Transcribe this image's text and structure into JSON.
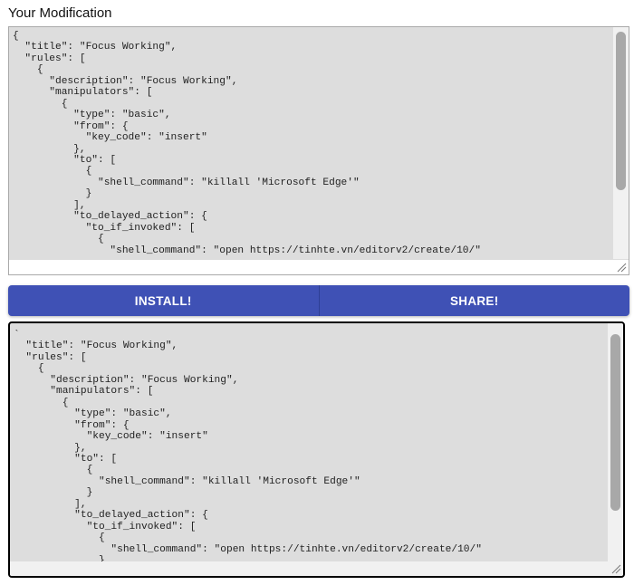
{
  "heading": "Your Modification",
  "editor_top": {
    "content": "{\n  \"title\": \"Focus Working\",\n  \"rules\": [\n    {\n      \"description\": \"Focus Working\",\n      \"manipulators\": [\n        {\n          \"type\": \"basic\",\n          \"from\": {\n            \"key_code\": \"insert\"\n          },\n          \"to\": [\n            {\n              \"shell_command\": \"killall 'Microsoft Edge'\"\n            }\n          ],\n          \"to_delayed_action\": {\n            \"to_if_invoked\": [\n              {\n                \"shell_command\": \"open https://tinhte.vn/editorv2/create/10/\""
  },
  "buttons": {
    "install": "INSTALL!",
    "share": "SHARE!"
  },
  "editor_bottom": {
    "content": "`\n  \"title\": \"Focus Working\",\n  \"rules\": [\n    {\n      \"description\": \"Focus Working\",\n      \"manipulators\": [\n        {\n          \"type\": \"basic\",\n          \"from\": {\n            \"key_code\": \"insert\"\n          },\n          \"to\": [\n            {\n              \"shell_command\": \"killall 'Microsoft Edge'\"\n            }\n          ],\n          \"to_delayed_action\": {\n            \"to_if_invoked\": [\n              {\n                \"shell_command\": \"open https://tinhte.vn/editorv2/create/10/\"\n              }\n            ]\n          }"
  },
  "colors": {
    "button_bg": "#3f51b5",
    "editor_bg": "#dddddd"
  }
}
